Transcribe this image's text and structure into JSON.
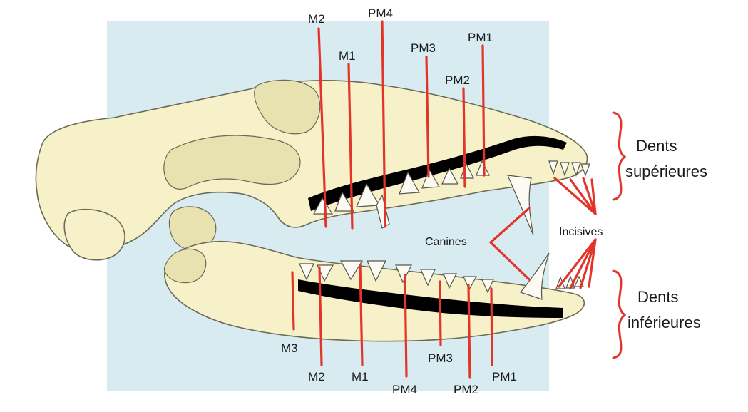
{
  "upper_teeth": {
    "m2": "M2",
    "pm4": "PM4",
    "m1": "M1",
    "pm3": "PM3",
    "pm1": "PM1",
    "pm2": "PM2"
  },
  "lower_teeth": {
    "m3": "M3",
    "m2": "M2",
    "m1": "M1",
    "pm4": "PM4",
    "pm3": "PM3",
    "pm2": "PM2",
    "pm1": "PM1"
  },
  "canines": "Canines",
  "incisives": "Incisives",
  "upper_group": {
    "line1": "Dents",
    "line2": "supérieures"
  },
  "lower_group": {
    "line1": "Dents",
    "line2": "inférieures"
  },
  "colors": {
    "accent": "#e3342a",
    "background_panel": "#cfe6ee",
    "bone": "#f6f1c8"
  }
}
